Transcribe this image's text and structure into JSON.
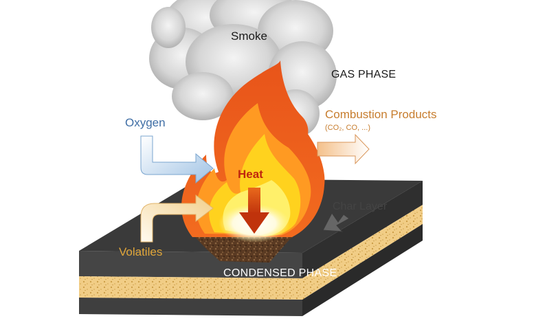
{
  "labels": {
    "smoke": "Smoke",
    "gas_phase": "GAS PHASE",
    "combustion_products": "Combustion Products",
    "combustion_products_sub": "(CO₂, CO, ...)",
    "oxygen": "Oxygen",
    "heat": "Heat",
    "char_layer": "Char Layer",
    "volatiles": "Volatiles",
    "condensed_phase": "CONDENSED PHASE"
  },
  "colors": {
    "oxygen_text": "#3f6ea5",
    "combustion_text": "#c77d2e",
    "heat_text": "#c0260e",
    "char_text": "#444444",
    "volatiles_text": "#e0a63a",
    "slab_top": "#3b3b3b",
    "slab_side": "#4a4a4a",
    "foam": "#ecc87e"
  }
}
